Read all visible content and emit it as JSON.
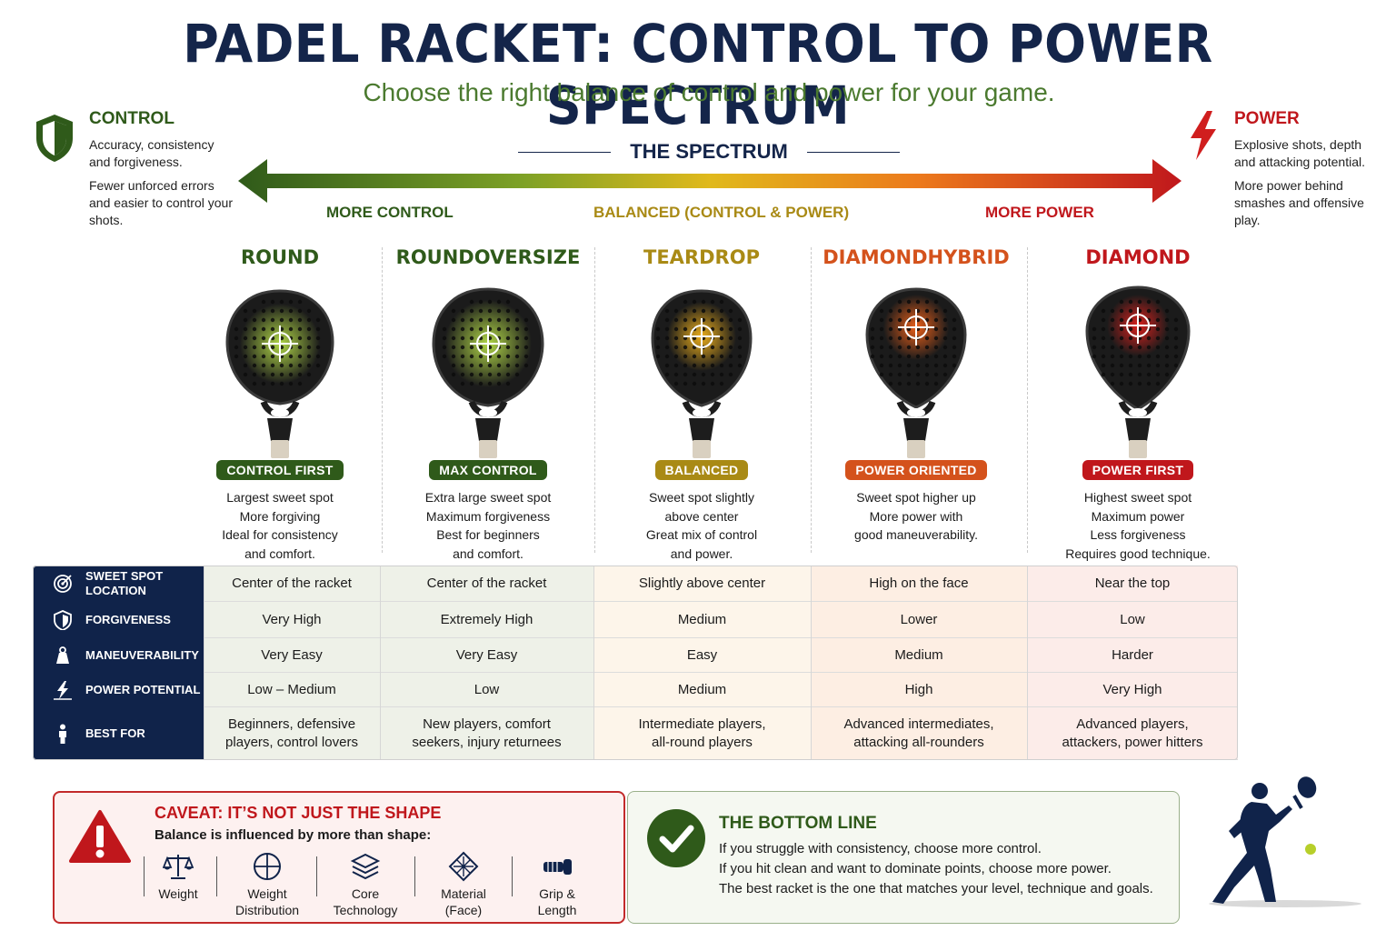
{
  "header": {
    "title": "PADEL RACKET: CONTROL TO POWER SPECTRUM",
    "subtitle": "Choose the right balance of control and power for your game."
  },
  "control_side": {
    "label": "CONTROL",
    "line1": "Accuracy, consistency and forgiveness.",
    "line2": "Fewer unforced errors and easier to control your shots.",
    "icon": "shield-icon",
    "color": "#2f5a1a"
  },
  "power_side": {
    "label": "POWER",
    "line1": "Explosive shots, depth and attacking potential.",
    "line2": "More power behind smashes and offensive play.",
    "icon": "lightning-icon",
    "color": "#c0171c"
  },
  "spectrum": {
    "title": "THE SPECTRUM",
    "more_control": "MORE CONTROL",
    "balanced": "BALANCED (CONTROL & POWER)",
    "more_power": "MORE POWER",
    "gradient": [
      "#2f5a1a",
      "#7da126",
      "#e0b91c",
      "#ec7a1c",
      "#c0171c"
    ]
  },
  "shapes": [
    {
      "name": "ROUND",
      "badge": "CONTROL FIRST",
      "desc": [
        "Largest sweet spot",
        "More forgiving",
        "Ideal for consistency",
        "and comfort."
      ],
      "color": "#2f5a1a",
      "glow": "#b8e04a"
    },
    {
      "name": "ROUND OVERSIZE",
      "badge": "MAX CONTROL",
      "desc": [
        "Extra large sweet spot",
        "Maximum forgiveness",
        "Best for beginners",
        "and comfort."
      ],
      "color": "#2f5a1a",
      "glow": "#b8e04a"
    },
    {
      "name": "TEARDROP",
      "badge": "BALANCED",
      "desc": [
        "Sweet spot slightly",
        "above center",
        "Great mix of control",
        "and power."
      ],
      "color": "#a98a15",
      "glow": "#f5b51c"
    },
    {
      "name": "DIAMOND HYBRID",
      "badge": "POWER ORIENTED",
      "desc": [
        "Sweet spot higher up",
        "More power with",
        "good maneuverability."
      ],
      "color": "#d4521c",
      "glow": "#f2621a"
    },
    {
      "name": "DIAMOND",
      "badge": "POWER FIRST",
      "desc": [
        "Highest sweet spot",
        "Maximum power",
        "Less forgiveness",
        "Requires good technique."
      ],
      "color": "#c0171c",
      "glow": "#e0201c"
    }
  ],
  "table": {
    "column_fills": [
      "#eef1e8",
      "#eef1e8",
      "#fdf5ea",
      "#fdeee3",
      "#fcece9"
    ],
    "rows": [
      {
        "label": "SWEET SPOT LOCATION",
        "icon": "target-icon",
        "cells": [
          "Center of the racket",
          "Center of the racket",
          "Slightly above center",
          "High on the face",
          "Near the top"
        ]
      },
      {
        "label": "FORGIVENESS",
        "icon": "shield-icon",
        "cells": [
          "Very High",
          "Extremely High",
          "Medium",
          "Lower",
          "Low"
        ]
      },
      {
        "label": "MANEUVERABILITY",
        "icon": "weight-icon",
        "cells": [
          "Very Easy",
          "Very Easy",
          "Easy",
          "Medium",
          "Harder"
        ]
      },
      {
        "label": "POWER POTENTIAL",
        "icon": "lightning-icon",
        "cells": [
          "Low – Medium",
          "Low",
          "Medium",
          "High",
          "Very High"
        ]
      },
      {
        "label": "BEST FOR",
        "icon": "person-icon",
        "cells": [
          [
            "Beginners, defensive",
            "players, control lovers"
          ],
          [
            "New players, comfort",
            "seekers, injury returnees"
          ],
          [
            "Intermediate players,",
            "all-round players"
          ],
          [
            "Advanced intermediates,",
            "attacking all-rounders"
          ],
          [
            "Advanced players,",
            "attackers, power hitters"
          ]
        ]
      }
    ]
  },
  "caveat": {
    "title": "CAVEAT: IT’S NOT JUST THE SHAPE",
    "subtitle": "Balance is influenced by more than shape:",
    "factors": [
      {
        "label": [
          "Weight"
        ],
        "icon": "scale-icon"
      },
      {
        "label": [
          "Weight",
          "Distribution"
        ],
        "icon": "crosshair-icon"
      },
      {
        "label": [
          "Core",
          "Technology"
        ],
        "icon": "layers-icon"
      },
      {
        "label": [
          "Material",
          "(Face)"
        ],
        "icon": "carbon-weave-icon"
      },
      {
        "label": [
          "Grip &",
          "Length"
        ],
        "icon": "grip-icon"
      }
    ]
  },
  "bottom_line": {
    "title": "THE BOTTOM LINE",
    "lines": [
      "If you struggle with consistency, choose more control.",
      "If you hit clean and want to dominate points, choose more power.",
      "The best racket is the one that matches your level, technique and goals."
    ]
  }
}
